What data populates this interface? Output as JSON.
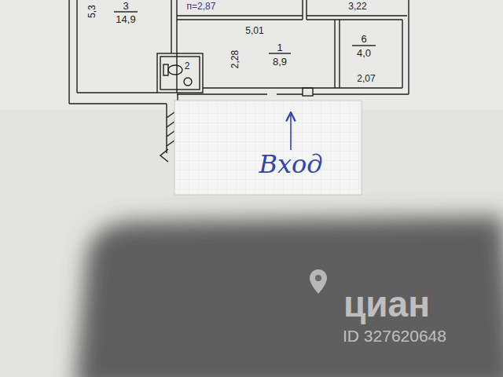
{
  "diagram": {
    "nodes": [
      {
        "text": [
          "3",
          "14,9"
        ]
      },
      {
        "text": [
          "п=2,87"
        ]
      },
      {
        "text": [
          "3,22"
        ]
      },
      {
        "text": [
          "1",
          "8,9"
        ]
      },
      {
        "text": [
          "2"
        ]
      },
      {
        "text": [
          "6",
          "4,0"
        ]
      },
      {
        "text": [
          "Вход"
        ]
      }
    ],
    "edges": [
      {
        "from": 6,
        "to": 3,
        "arrow": "to"
      }
    ],
    "labels": [
      "5,3",
      "5,01",
      "2,28",
      "2,07",
      "циан",
      "ID 327620648"
    ]
  }
}
